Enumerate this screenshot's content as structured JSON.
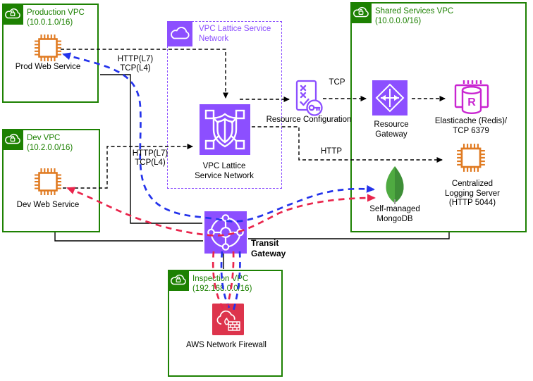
{
  "colors": {
    "vpc_green": "#1D8102",
    "compute_orange": "#E07B22",
    "lattice_purple": "#8C4FFF",
    "elasticache_magenta": "#C925D1",
    "firewall_red": "#DD344C",
    "mongodb_green": "#4FAA41",
    "flow_blue": "#2433EB",
    "flow_red": "#E9254C",
    "line_black": "#000000"
  },
  "vpcs": [
    {
      "title": "Production VPC",
      "cidr": "(10.0.1.0/16)"
    },
    {
      "title": "Dev VPC",
      "cidr": "(10.2.0.0/16)"
    },
    {
      "title": "Shared Services VPC",
      "cidr": "(10.0.0.0/16)"
    },
    {
      "title": "Inspection VPC",
      "cidr": "(192.168.0.0/16)"
    }
  ],
  "lattice_box": {
    "title_line1": "VPC Lattice Service",
    "title_line2": "Network"
  },
  "nodes": {
    "prod_web": {
      "label": "Prod Web Service"
    },
    "dev_web": {
      "label": "Dev Web Service"
    },
    "lattice": {
      "label_line1": "VPC Lattice",
      "label_line2": "Service Network"
    },
    "resource_config": {
      "label": "Resource Configuration"
    },
    "resource_gateway": {
      "label_line1": "Resource",
      "label_line2": "Gateway"
    },
    "elasticache": {
      "label_line1": "Elasticache (Redis)/",
      "label_line2": "TCP 6379",
      "letter": "R"
    },
    "logging_server": {
      "label_line1": "Centralized",
      "label_line2": "Logging Server",
      "label_line3": "(HTTP 5044)"
    },
    "mongodb": {
      "label_line1": "Self-managed",
      "label_line2": "MongoDB"
    },
    "transit_gateway": {
      "label_line1": "Transit",
      "label_line2": "Gateway"
    },
    "firewall": {
      "label": "AWS Network Firewall"
    }
  },
  "edge_labels": {
    "prod_http": "HTTP(L7)",
    "prod_tcp": "TCP(L4)",
    "dev_http": "HTTP(L7)",
    "dev_tcp": "TCP(L4)",
    "tcp": "TCP",
    "http": "HTTP"
  }
}
